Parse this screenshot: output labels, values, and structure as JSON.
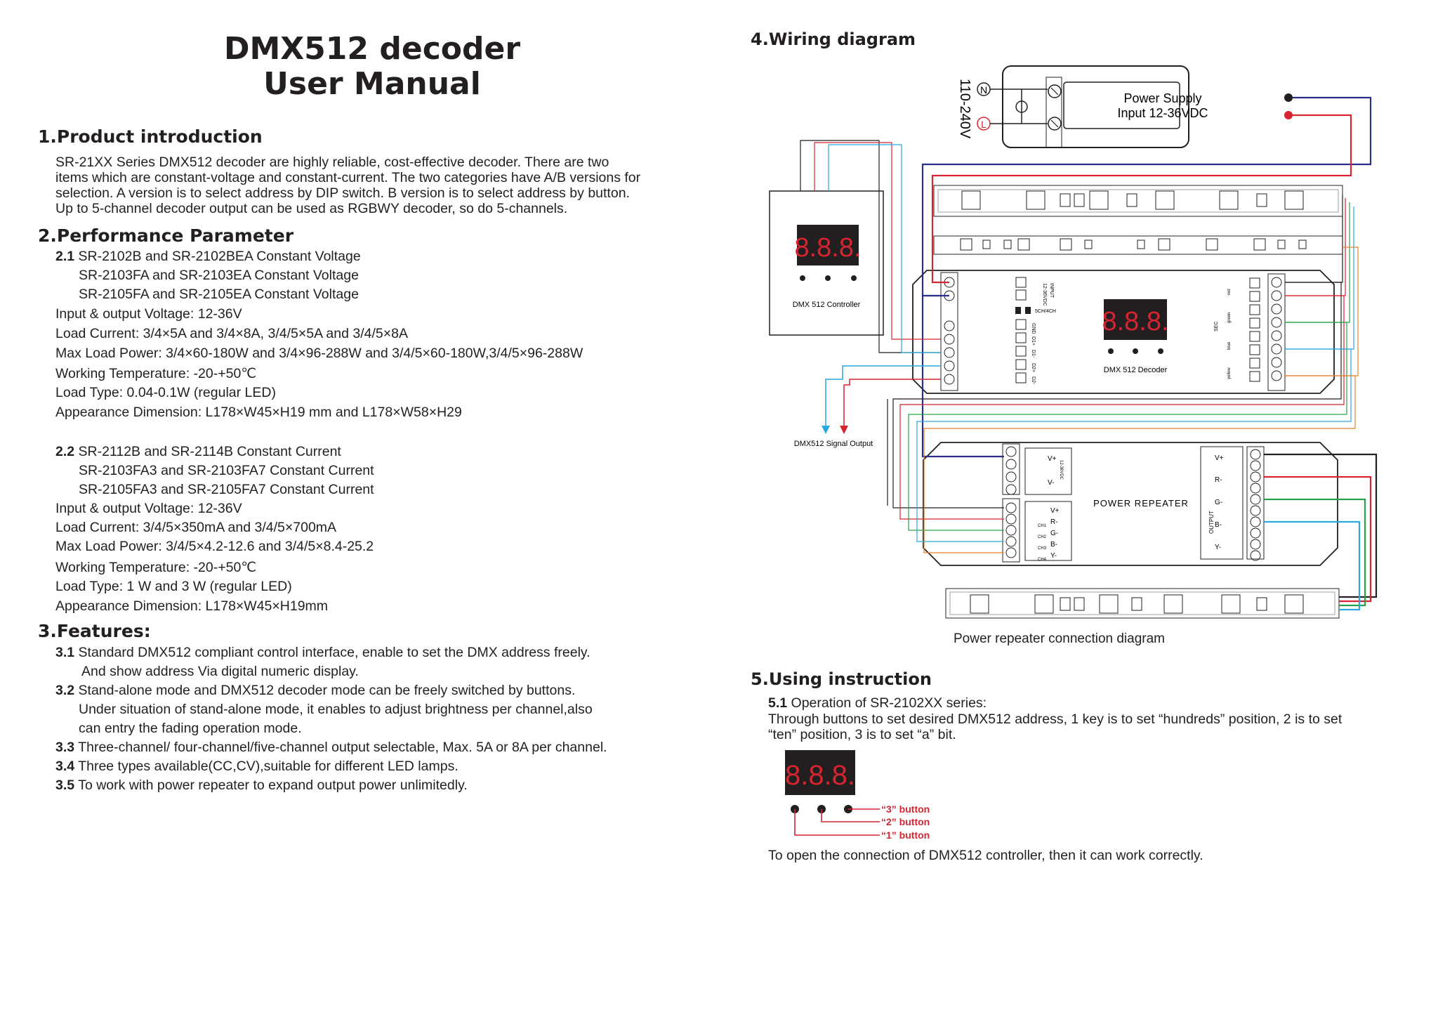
{
  "title": {
    "line1": "DMX512 decoder",
    "line2": "User Manual"
  },
  "section1": {
    "heading": "1.Product introduction",
    "lines": [
      "SR-21XX Series DMX512 decoder are highly reliable, cost-effective decoder. There are two",
      "items which are constant-voltage and constant-current. The two categories have A/B versions for",
      "selection. A version is to select address by DIP switch. B version is to select address by button.",
      "Up to 5-channel decoder output can be used as RGBWY decoder, so do 5-channels."
    ]
  },
  "section2": {
    "heading": "2.Performance Parameter",
    "a": {
      "num": "2.1",
      "models": [
        "SR-2102B and SR-2102BEA Constant Voltage",
        "SR-2103FA and SR-2103EA Constant Voltage",
        "SR-2105FA and SR-2105EA Constant Voltage"
      ],
      "params": [
        "Input & output Voltage: 12-36V",
        "Load Current: 3/4×5A and 3/4×8A,   3/4/5×5A and 3/4/5×8A",
        "Max Load Power: 3/4×60-180W and 3/4×96-288W and 3/4/5×60-180W,3/4/5×96-288W",
        "Working Temperature: -20-+50℃",
        "Load Type: 0.04-0.1W (regular LED)",
        "Appearance Dimension: L178×W45×H19 mm and L178×W58×H29"
      ]
    },
    "b": {
      "num": "2.2",
      "models": [
        "SR-2112B and SR-2114B Constant Current",
        "SR-2103FA3 and SR-2103FA7 Constant Current",
        "SR-2105FA3 and SR-2105FA7 Constant Current"
      ],
      "params": [
        "Input & output Voltage: 12-36V",
        "Load Current: 3/4/5×350mA and 3/4/5×700mA",
        "Max Load Power: 3/4/5×4.2-12.6 and 3/4/5×8.4-25.2",
        "Working Temperature: -20-+50℃",
        "Load Type: 1 W and 3 W (regular LED)",
        "Appearance Dimension: L178×W45×H19mm"
      ]
    }
  },
  "section3": {
    "heading": "3.Features:",
    "items": [
      {
        "num": "3.1",
        "text": "Standard DMX512 compliant control interface, enable to set the DMX address freely.",
        "cont": [
          "And show address Via digital numeric display."
        ]
      },
      {
        "num": "3.2",
        "text": "Stand-alone mode and DMX512 decoder mode can be freely switched by buttons.",
        "cont": [
          "Under situation of stand-alone mode, it enables to adjust brightness per channel,also",
          "can entry the fading operation mode."
        ]
      },
      {
        "num": "3.3",
        "text": "Three-channel/ four-channel/five-channel output selectable, Max. 5A or 8A per  channel.",
        "cont": []
      },
      {
        "num": "3.4",
        "text": "Three types available(CC,CV),suitable for different LED lamps.",
        "cont": []
      },
      {
        "num": "3.5",
        "text": "To work with power repeater to expand output power unlimitedly.",
        "cont": []
      }
    ]
  },
  "section4": {
    "heading": "4.Wiring diagram",
    "ac_label": "110-240V",
    "ac_n": "N",
    "ac_l": "L",
    "psu_line1": "Power Supply",
    "psu_line2": "Input 12-36VDC",
    "controller_label": "DMX 512 Controller",
    "controller_digits": "8.8.8.",
    "decoder_label": "DMX 512 Decoder",
    "decoder_digits": "8.8.8.",
    "signal_output": "DMX512 Signal Output",
    "decoder_input": "INPUT",
    "decoder_vdc": "12-36VDC",
    "decoder_sel": "5CH/4CH",
    "decoder_sec": "SEC",
    "decoder_pins": [
      "GND",
      "D1+",
      "D1-",
      "D2+",
      "D2-"
    ],
    "decoder_channels": [
      "red",
      "green",
      "blue",
      "yellow"
    ],
    "repeater_label": "POWER REPEATER",
    "repeater_inputs": [
      "V+",
      "V-"
    ],
    "repeater_in_v": "12-36VDC",
    "repeater_channels": [
      "V+",
      "R-",
      "G-",
      "B-",
      "Y-"
    ],
    "repeater_ch_tags": [
      "CH1",
      "CH2",
      "CH3",
      "CH4"
    ],
    "repeater_output": "OUTPUT",
    "repeater_out": [
      "V+",
      "R-",
      "G-",
      "B-",
      "Y-"
    ],
    "caption": "Power repeater connection diagram"
  },
  "section5": {
    "heading": "5.Using instruction",
    "num": "5.1",
    "subhead": "Operation of SR-2102XX series:",
    "lines": [
      "Through buttons to set desired DMX512 address, 1 key is to set “hundreds” position, 2 is to set",
      "“ten” position, 3 is to set “a” bit."
    ],
    "digits": "8.8.8.",
    "buttons": [
      "“3” button",
      "“2” button",
      "“1” button"
    ],
    "footer": "To open the connection of DMX512 controller, then it can work correctly."
  },
  "colors": {
    "text": "#231f20",
    "red": "#d62430",
    "blue": "#2b2f8c",
    "cyan": "#27a8e0",
    "green": "#2aa04a",
    "orange": "#e8812a",
    "button_red": "#d62430"
  }
}
